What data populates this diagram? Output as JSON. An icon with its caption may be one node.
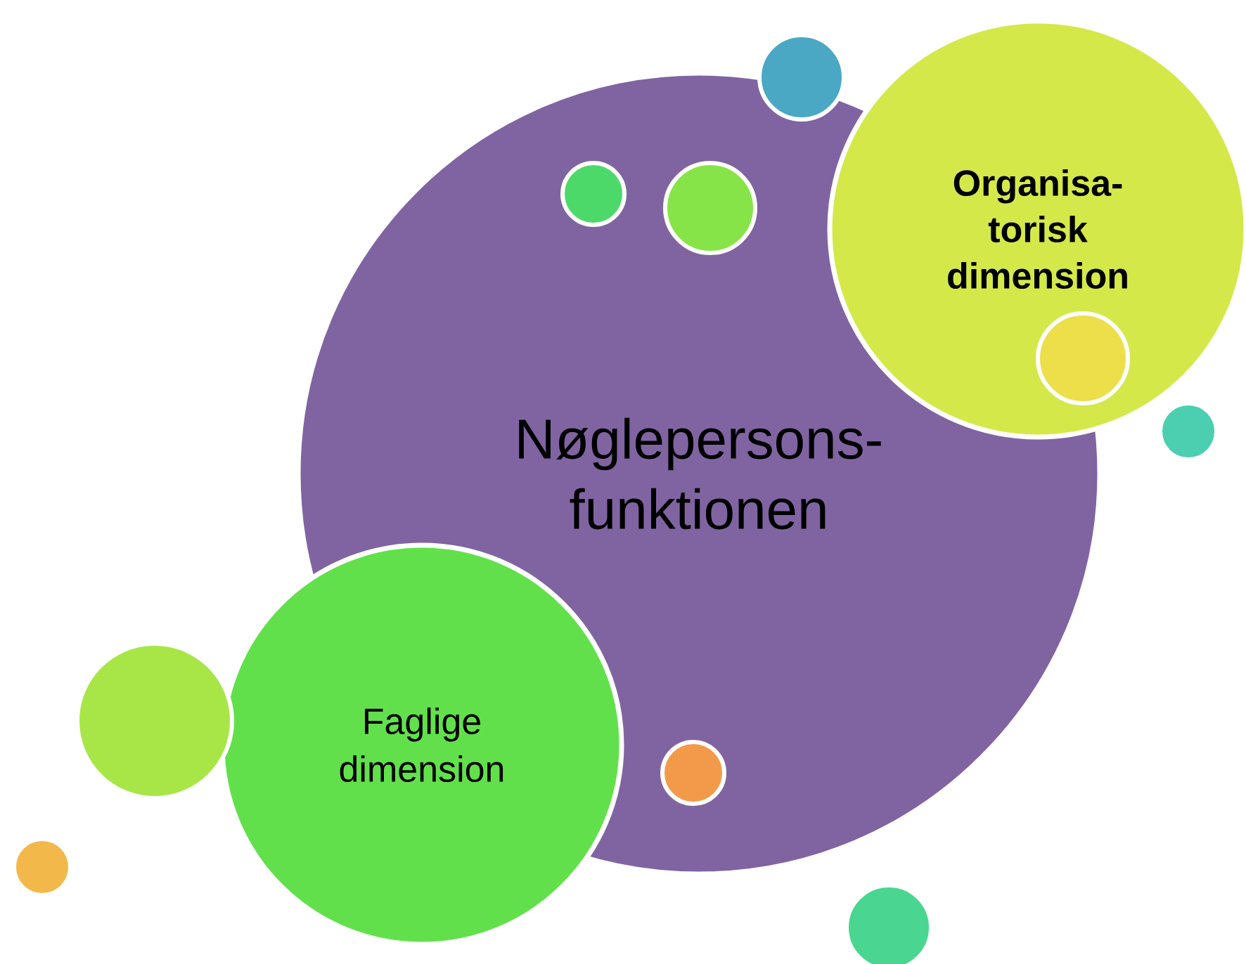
{
  "diagram": {
    "nodes": [
      {
        "text": [
          "Nøglepersons-funktionen"
        ]
      },
      {
        "text": [
          "Organisa-torisk dimension"
        ]
      },
      {
        "text": [
          "Faglige dimension"
        ]
      },
      {
        "text": [],
        "shape": "circle"
      },
      {
        "text": [],
        "shape": "circle",
        "in": 0
      },
      {
        "text": [],
        "shape": "circle",
        "in": 0
      },
      {
        "text": [],
        "shape": "circle",
        "in": 1
      },
      {
        "text": [],
        "shape": "circle"
      },
      {
        "text": [],
        "shape": "circle"
      },
      {
        "text": [],
        "shape": "circle",
        "in": 0
      },
      {
        "text": [],
        "shape": "circle"
      },
      {
        "text": [],
        "shape": "circle"
      }
    ]
  }
}
